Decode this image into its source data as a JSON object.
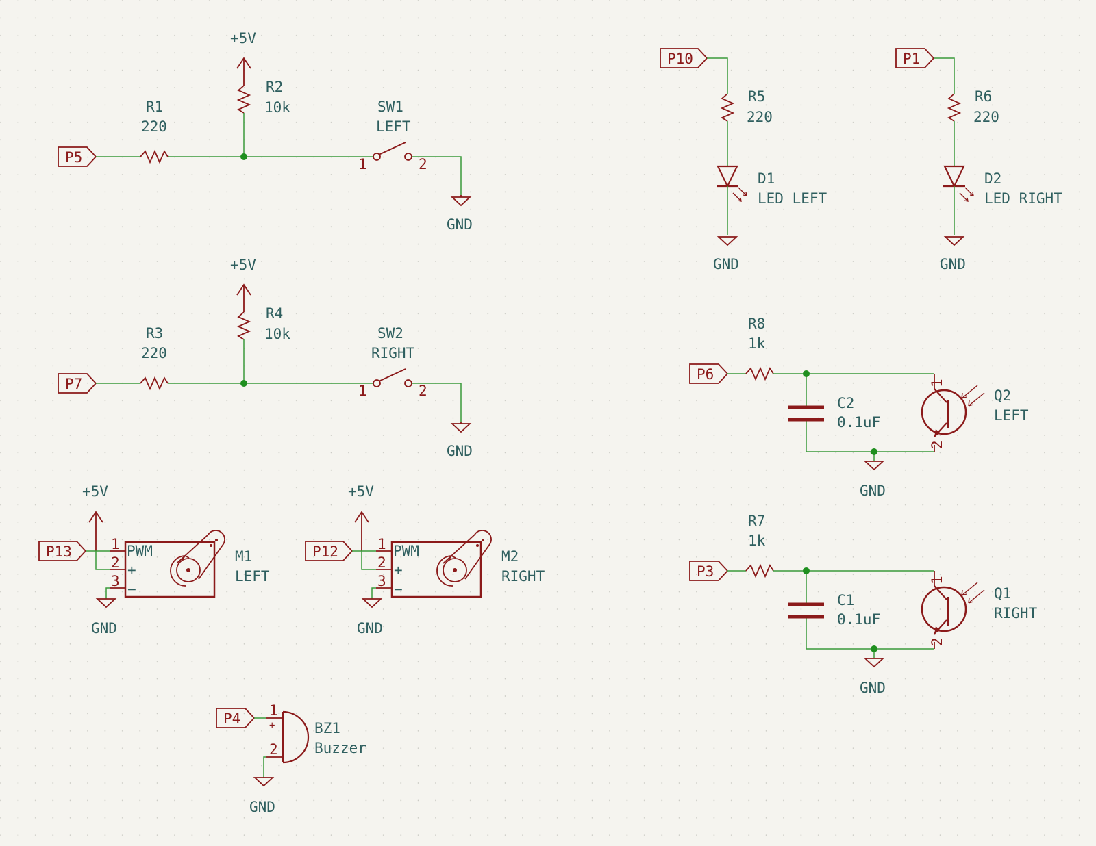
{
  "power": {
    "vcc": "+5V",
    "gnd": "GND"
  },
  "ports": {
    "p5": "P5",
    "p7": "P7",
    "p13": "P13",
    "p12": "P12",
    "p4": "P4",
    "p10": "P10",
    "p1": "P1",
    "p6": "P6",
    "p3": "P3"
  },
  "components": {
    "r1": {
      "ref": "R1",
      "value": "220"
    },
    "r2": {
      "ref": "R2",
      "value": "10k"
    },
    "r3": {
      "ref": "R3",
      "value": "220"
    },
    "r4": {
      "ref": "R4",
      "value": "10k"
    },
    "r5": {
      "ref": "R5",
      "value": "220"
    },
    "r6": {
      "ref": "R6",
      "value": "220"
    },
    "r7": {
      "ref": "R7",
      "value": "1k"
    },
    "r8": {
      "ref": "R8",
      "value": "1k"
    },
    "sw1": {
      "ref": "SW1",
      "value": "LEFT"
    },
    "sw2": {
      "ref": "SW2",
      "value": "RIGHT"
    },
    "d1": {
      "ref": "D1",
      "value": "LED LEFT"
    },
    "d2": {
      "ref": "D2",
      "value": "LED RIGHT"
    },
    "c1": {
      "ref": "C1",
      "value": "0.1uF"
    },
    "c2": {
      "ref": "C2",
      "value": "0.1uF"
    },
    "q1": {
      "ref": "Q1",
      "value": "RIGHT"
    },
    "q2": {
      "ref": "Q2",
      "value": "LEFT"
    },
    "m1": {
      "ref": "M1",
      "value": "LEFT"
    },
    "m2": {
      "ref": "M2",
      "value": "RIGHT"
    },
    "bz1": {
      "ref": "BZ1",
      "value": "Buzzer"
    }
  },
  "pins": {
    "one": "1",
    "two": "2",
    "three": "3",
    "pwm": "PWM",
    "plus": "+",
    "minus": "−"
  },
  "colors": {
    "wire": "#3a9a3a",
    "symbol": "#8b1a1a",
    "text": "#2f5f5f",
    "junction": "#1f8f1f",
    "background": "#f5f4ef"
  }
}
